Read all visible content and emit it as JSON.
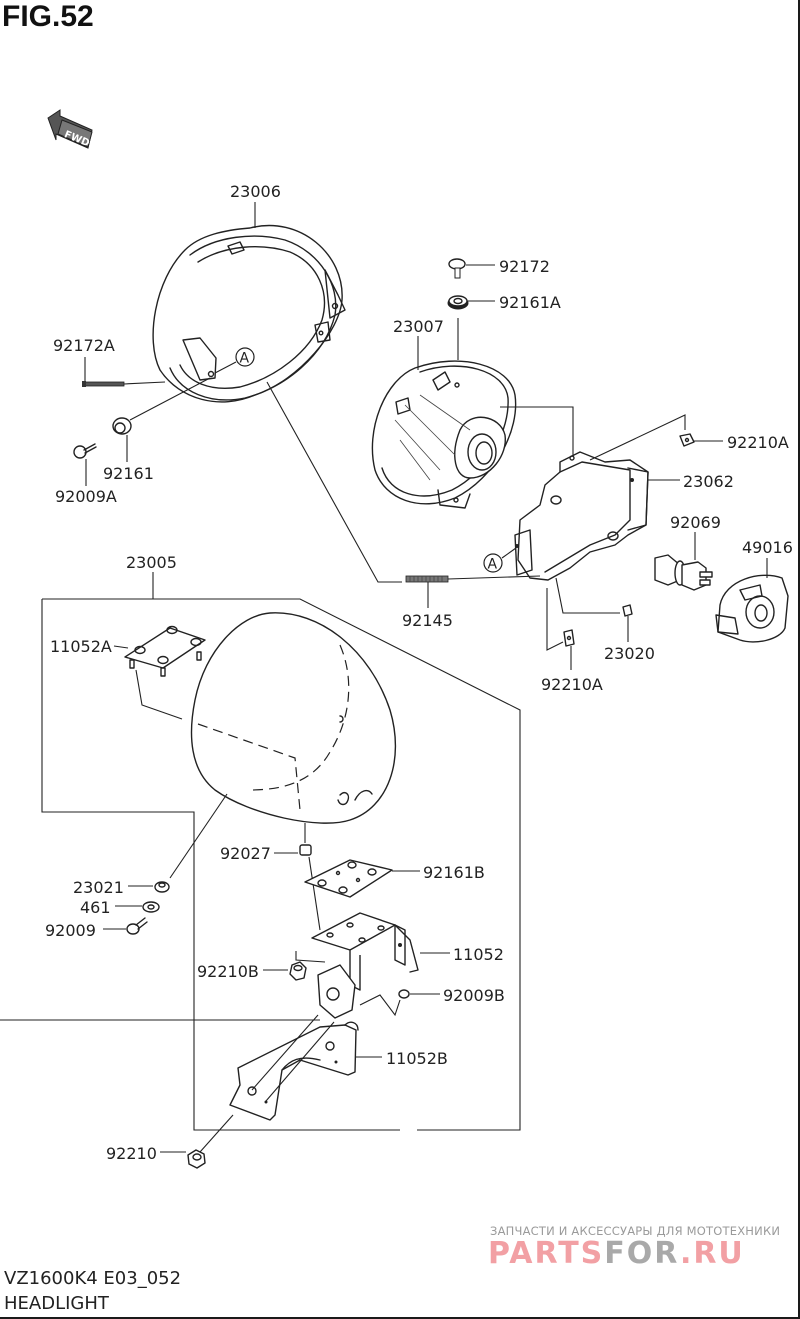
{
  "figure": {
    "title": "FIG.52",
    "direction_badge": "FWD",
    "reference_marker": "A",
    "model_code": "VZ1600K4 E03_052",
    "section_name": "HEADLIGHT"
  },
  "parts": {
    "p23006": "23006",
    "p92172": "92172",
    "p92161A": "92161A",
    "p23007": "23007",
    "p92172A": "92172A",
    "p92161": "92161",
    "p92009A": "92009A",
    "p92210A_top": "92210A",
    "p23062": "23062",
    "p92069": "92069",
    "p49016": "49016",
    "p23005": "23005",
    "p92145": "92145",
    "p23020": "23020",
    "p92210A_bottom": "92210A",
    "p11052A": "11052A",
    "p92027": "92027",
    "p92161B": "92161B",
    "p23021": "23021",
    "p461": "461",
    "p92009": "92009",
    "p11052": "11052",
    "p92210B": "92210B",
    "p92009B": "92009B",
    "p11052B": "11052B",
    "p92210": "92210"
  },
  "watermark": {
    "tagline": "ЗАПЧАСТИ И АКСЕССУАРЫ ДЛЯ МОТОТЕХНИКИ",
    "logo_part1": "PARTS",
    "logo_part2": "FOR",
    "logo_part3": ".RU",
    "color_accent": "#f2a0a4",
    "color_gray": "#a9a9a9"
  }
}
